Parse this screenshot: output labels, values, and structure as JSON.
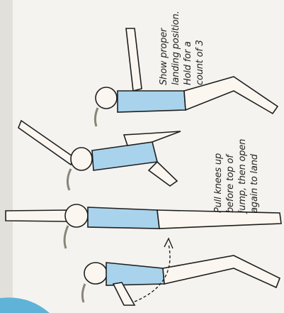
{
  "captions": {
    "landing": [
      "Show proper",
      "landing position.",
      "Hold for a",
      "count of 3"
    ],
    "tuck": [
      "Pull knees up",
      "before top of",
      "jump, then open",
      "again to land"
    ]
  },
  "colors": {
    "leotard": "#a9d3ec",
    "outline": "#1f1f1f",
    "background": "#f4f3ef",
    "skin": "#fbf7f0",
    "hair": "#8a8578",
    "corner_accent": "#5fb3d9"
  }
}
